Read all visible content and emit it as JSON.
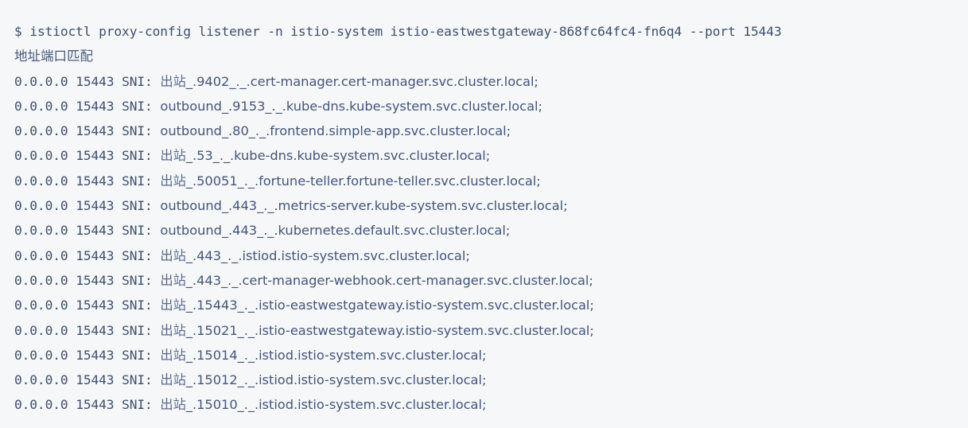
{
  "terminal": {
    "background_color": "#f6f7f9",
    "text_color": "#3d4f6d",
    "cjk_text_color": "#5a6b8c",
    "prompt_sigil": "$",
    "command": "istioctl proxy-config listener -n istio-system istio-eastwestgateway-868fc64fc4-fn6q4 --port 15443",
    "column_header": "地址端口匹配",
    "row_separator": " ",
    "match_key": "SNI",
    "match_colon": ":",
    "line_terminator": ";",
    "rows": [
      {
        "address": "0.0.0.0",
        "port": "15443",
        "match_key": "SNI",
        "direction_token": "出站",
        "direction_is_cjk": true,
        "sni_suffix": "_.9402_._.cert-manager.cert-manager.svc.cluster.local"
      },
      {
        "address": "0.0.0.0",
        "port": "15443",
        "match_key": "SNI",
        "direction_token": "outbound",
        "direction_is_cjk": false,
        "sni_suffix": "_.9153_._.kube-dns.kube-system.svc.cluster.local"
      },
      {
        "address": "0.0.0.0",
        "port": "15443",
        "match_key": "SNI",
        "direction_token": "outbound",
        "direction_is_cjk": false,
        "sni_suffix": "_.80_._.frontend.simple-app.svc.cluster.local"
      },
      {
        "address": "0.0.0.0",
        "port": "15443",
        "match_key": "SNI",
        "direction_token": "出站",
        "direction_is_cjk": true,
        "sni_suffix": "_.53_._.kube-dns.kube-system.svc.cluster.local"
      },
      {
        "address": "0.0.0.0",
        "port": "15443",
        "match_key": "SNI",
        "direction_token": "出站",
        "direction_is_cjk": true,
        "sni_suffix": "_.50051_._.fortune-teller.fortune-teller.svc.cluster.local"
      },
      {
        "address": "0.0.0.0",
        "port": "15443",
        "match_key": "SNI",
        "direction_token": "outbound",
        "direction_is_cjk": false,
        "sni_suffix": "_.443_._.metrics-server.kube-system.svc.cluster.local"
      },
      {
        "address": "0.0.0.0",
        "port": "15443",
        "match_key": "SNI",
        "direction_token": "outbound",
        "direction_is_cjk": false,
        "sni_suffix": "_.443_._.kubernetes.default.svc.cluster.local"
      },
      {
        "address": "0.0.0.0",
        "port": "15443",
        "match_key": "SNI",
        "direction_token": "出站",
        "direction_is_cjk": true,
        "sni_suffix": "_.443_._.istiod.istio-system.svc.cluster.local"
      },
      {
        "address": "0.0.0.0",
        "port": "15443",
        "match_key": "SNI",
        "direction_token": "出站",
        "direction_is_cjk": true,
        "sni_suffix": "_.443_._.cert-manager-webhook.cert-manager.svc.cluster.local"
      },
      {
        "address": "0.0.0.0",
        "port": "15443",
        "match_key": "SNI",
        "direction_token": "出站",
        "direction_is_cjk": true,
        "sni_suffix": "_.15443_._.istio-eastwestgateway.istio-system.svc.cluster.local"
      },
      {
        "address": "0.0.0.0",
        "port": "15443",
        "match_key": "SNI",
        "direction_token": "出站",
        "direction_is_cjk": true,
        "sni_suffix": "_.15021_._.istio-eastwestgateway.istio-system.svc.cluster.local"
      },
      {
        "address": "0.0.0.0",
        "port": "15443",
        "match_key": "SNI",
        "direction_token": "出站",
        "direction_is_cjk": true,
        "sni_suffix": "_.15014_._.istiod.istio-system.svc.cluster.local"
      },
      {
        "address": "0.0.0.0",
        "port": "15443",
        "match_key": "SNI",
        "direction_token": "出站",
        "direction_is_cjk": true,
        "sni_suffix": "_.15012_._.istiod.istio-system.svc.cluster.local"
      },
      {
        "address": "0.0.0.0",
        "port": "15443",
        "match_key": "SNI",
        "direction_token": "出站",
        "direction_is_cjk": true,
        "sni_suffix": "_.15010_._.istiod.istio-system.svc.cluster.local"
      }
    ]
  }
}
